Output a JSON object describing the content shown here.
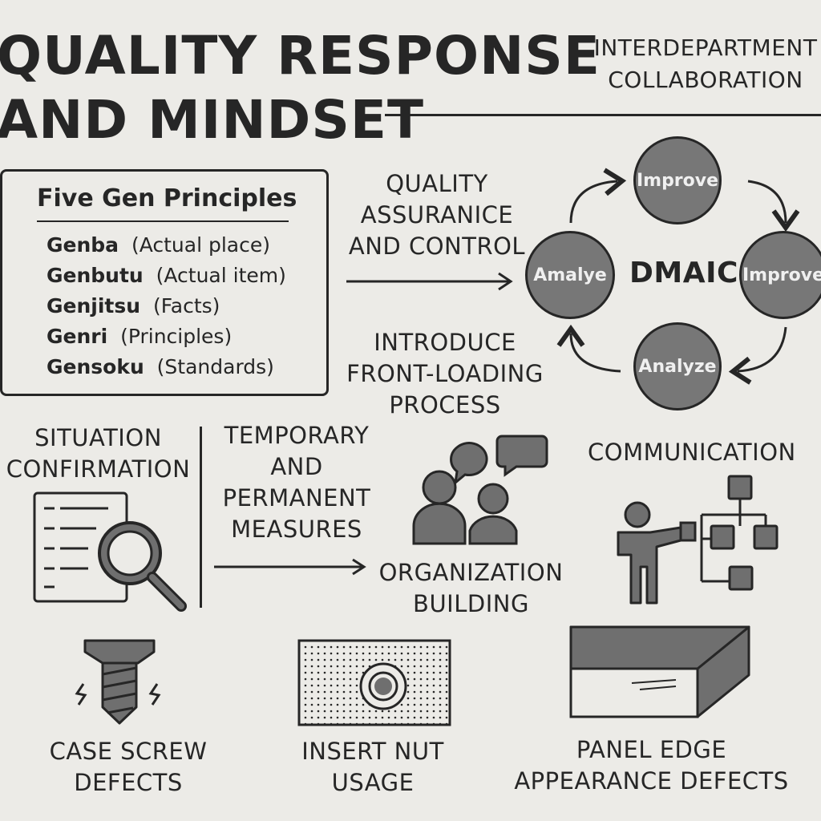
{
  "title": "QUALITY RESPONSE\nAND MINDSET",
  "interdepartment": "INTERDEPARTMENT\nCOLLABORATION",
  "five_gen": {
    "heading": "Five Gen Principles",
    "items": [
      {
        "term": "Genba",
        "meaning": "(Actual place)"
      },
      {
        "term": "Genbutu",
        "meaning": "(Actual item)"
      },
      {
        "term": "Genjitsu",
        "meaning": "(Facts)"
      },
      {
        "term": "Genri",
        "meaning": "(Principles)"
      },
      {
        "term": "Gensoku",
        "meaning": "(Standards)"
      }
    ]
  },
  "qa_label": "QUALITY\nASSURANICE\nAND CONTROL",
  "front_loading": "INTRODUCE\nFRONT-LOADING\nPROCESS",
  "dmaic": {
    "center": "DMAIC",
    "top": "Improve",
    "right": "Improve",
    "bottom": "Analyze",
    "left": "Amalye"
  },
  "situation": "SITUATION\nCONFIRMATION",
  "measures": "TEMPORARY\nAND\nPERMANENT\nMEASURES",
  "organization": "ORGANIZATION\nBUILDING",
  "communication": "COMMUNICATION",
  "bottom": {
    "screw": "CASE SCREW\nDEFECTS",
    "nut": "INSERT NUT\nUSAGE",
    "panel": "PANEL EDGE\nAPPEARANCE DEFECTS"
  },
  "colors": {
    "background": "#ecebe7",
    "ink": "#262626",
    "circle_fill": "#777777",
    "icon_fill": "#6f6f6f"
  }
}
